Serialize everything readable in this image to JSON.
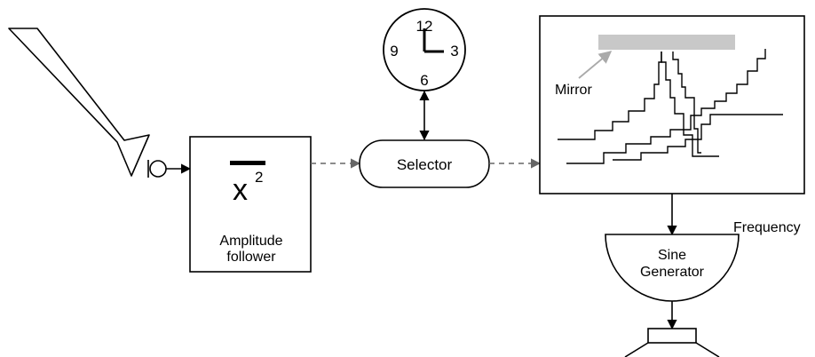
{
  "blocks": {
    "amplitude_follower": {
      "symbol_base": "x",
      "symbol_exponent": "2",
      "label_line1": "Amplitude",
      "label_line2": "follower"
    },
    "selector": {
      "label": "Selector"
    },
    "clock": {
      "n12": "12",
      "n3": "3",
      "n6": "6",
      "n9": "9"
    },
    "display": {
      "mirror_label": "Mirror"
    },
    "sine_generator": {
      "label_line1": "Sine",
      "label_line2": "Generator",
      "side_label": "Frequency"
    }
  },
  "colors": {
    "line": "#000000",
    "dashed_arrow": "#666666",
    "mirror_bar": "#c8c8c8",
    "mirror_pointer": "#aaaaaa"
  }
}
